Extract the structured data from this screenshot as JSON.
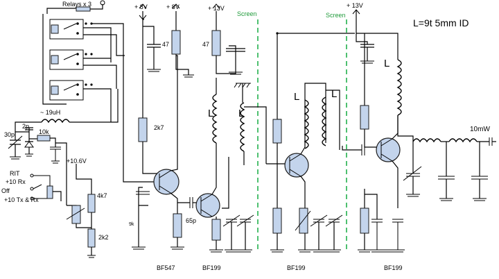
{
  "header_note": "L=9t  5mm ID",
  "relays_label": "Relays x 3",
  "supply": {
    "v8_a": "+ 8V",
    "v8_b": "+ 8V",
    "v13_a": "+ 13V",
    "v13_b": "+ 13V",
    "v10_6": "+10.6V"
  },
  "screens": [
    "Screen",
    "Screen"
  ],
  "inductor_19uh": "~ 19uH",
  "rit": {
    "cap_30p": "30p",
    "cap_2p": "2p",
    "res_10k": "10k",
    "label_rit": "RIT",
    "label_rx": "+10 Rx",
    "label_off": "Off",
    "label_txrx": "+10 Tx & Rx"
  },
  "values": {
    "cap_47_a": "47",
    "res_2k7": "2k7",
    "cap_47_b": "47",
    "res_4k7": "4k7",
    "res_2k2": "2k2",
    "cap_65p": "65p",
    "res_9k": "9k"
  },
  "coil_labels": [
    "L",
    "L",
    "L",
    "L",
    "L"
  ],
  "output_power": "10mW",
  "transistors": [
    "BF547",
    "BF199",
    "BF199",
    "BF199"
  ]
}
